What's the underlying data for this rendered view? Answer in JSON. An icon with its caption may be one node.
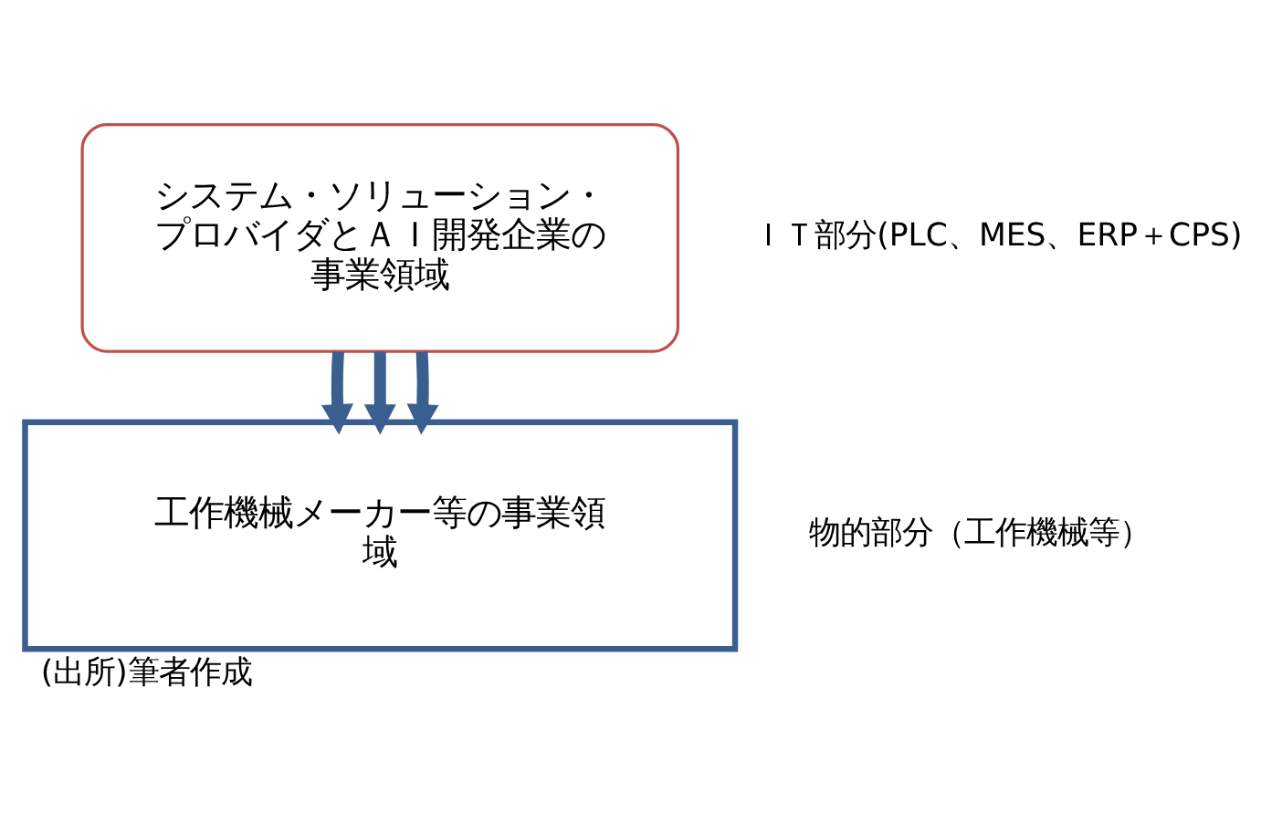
{
  "diagram": {
    "caption": "(出所)筆者作成",
    "nodes": [
      {
        "text": [
          "システム・ソリューション・プロバイダとＡＩ開発企業の事業領域"
        ]
      },
      {
        "text": [
          "工作機械メーカー等の事業領域"
        ]
      }
    ],
    "edges": [
      {
        "from": 0,
        "to": 1,
        "arrow": "to"
      },
      {
        "from": 0,
        "to": 1,
        "arrow": "to"
      },
      {
        "from": 0,
        "to": 1,
        "arrow": "to"
      }
    ],
    "labels": [
      "ＩＴ部分(PLC、MES、ERP＋CPS)",
      "物的部分（工作機械等）"
    ]
  }
}
